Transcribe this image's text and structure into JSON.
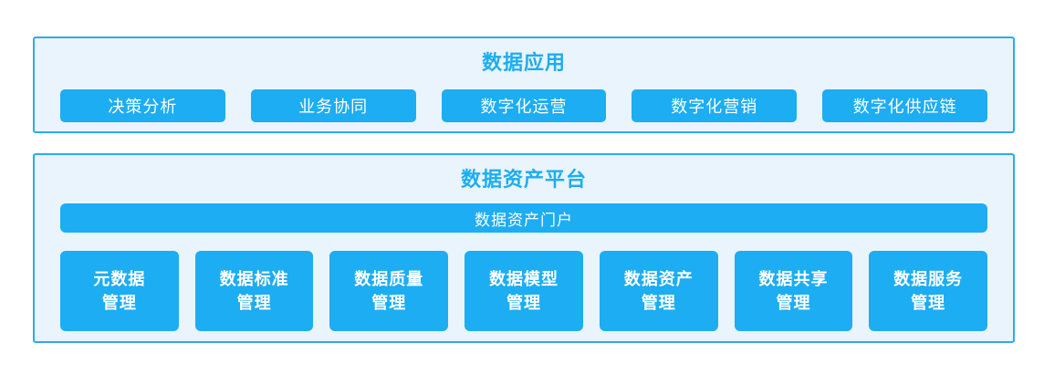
{
  "colors": {
    "primary_blue": "#1cadf2",
    "panel_background": "#e9f4fc",
    "panel_border": "#2bace9",
    "text_on_blue": "#ffffff"
  },
  "data_application": {
    "title": "数据应用",
    "items": [
      {
        "label": "决策分析"
      },
      {
        "label": "业务协同"
      },
      {
        "label": "数字化运营"
      },
      {
        "label": "数字化营销"
      },
      {
        "label": "数字化供应链"
      }
    ]
  },
  "data_asset_platform": {
    "title": "数据资产平台",
    "portal_label": "数据资产门户",
    "modules": [
      {
        "label": "元数据\n管理"
      },
      {
        "label": "数据标准\n管理"
      },
      {
        "label": "数据质量\n管理"
      },
      {
        "label": "数据模型\n管理"
      },
      {
        "label": "数据资产\n管理"
      },
      {
        "label": "数据共享\n管理"
      },
      {
        "label": "数据服务\n管理"
      }
    ]
  }
}
